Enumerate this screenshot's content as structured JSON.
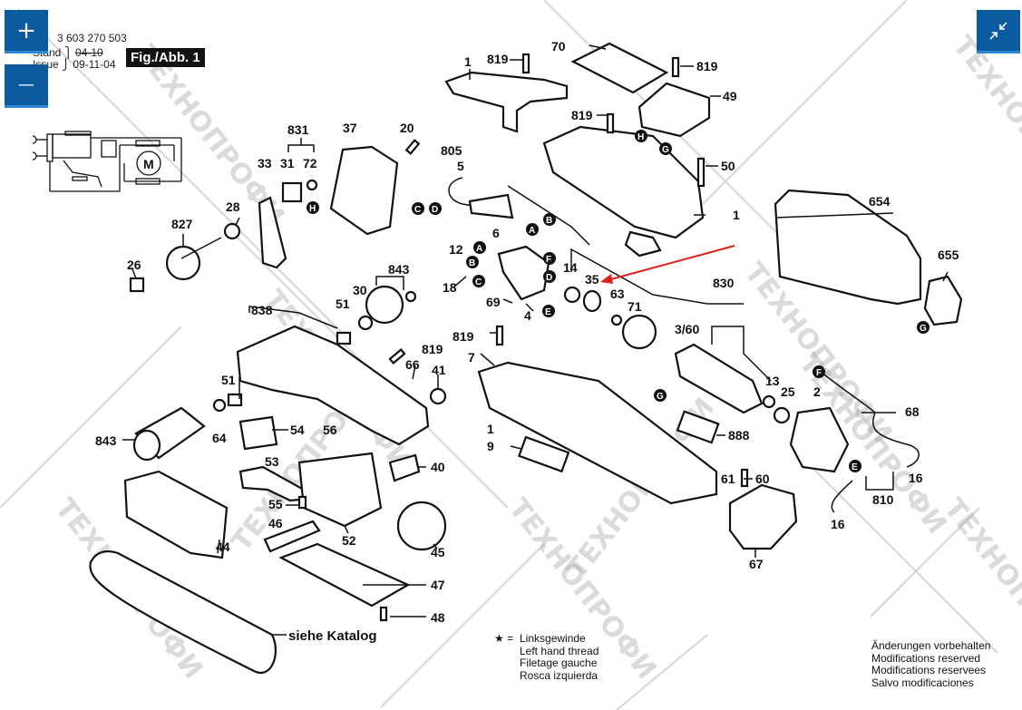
{
  "viewer": {
    "zoom_in_label": "+",
    "zoom_out_label": "—",
    "fit_label": "⤡",
    "accent_color": "#0b5aa0"
  },
  "header": {
    "doc_number": "3 603 270 503",
    "stand_label": "Stand",
    "stand_value_struck": "04-10",
    "issue_label": "Issue",
    "issue_value": "09-11-04",
    "figure_label": "Fig./Abb. 1"
  },
  "part_labels": {
    "p1_top": "1",
    "p819_a": "819",
    "p70": "70",
    "p819_b": "819",
    "p49": "49",
    "p819_c": "819",
    "p805": "805",
    "p5": "5",
    "p6": "6",
    "p50": "50",
    "p1_right": "1",
    "p12": "12",
    "p831": "831",
    "p37": "37",
    "p20": "20",
    "p33": "33",
    "p31": "31",
    "p72": "72",
    "p28": "28",
    "p827": "827",
    "p26": "26",
    "p843_top": "843",
    "p18": "18",
    "p30": "30",
    "p51_a": "51",
    "p838": "838",
    "p69": "69",
    "p4": "4",
    "p14": "14",
    "p35": "35",
    "p63": "63",
    "p71": "71",
    "p830": "830",
    "p3_60": "3/60",
    "p654": "654",
    "p655": "655",
    "p819_d": "819",
    "p7": "7",
    "p819_e": "819",
    "p66": "66",
    "p41": "41",
    "p51_b": "51",
    "p13": "13",
    "p25": "25",
    "p2": "2",
    "p68": "68",
    "p843_left": "843",
    "p64": "64",
    "p54": "54",
    "p56": "56",
    "p1_bottom": "1",
    "p9": "9",
    "p888": "888",
    "p53": "53",
    "p40": "40",
    "p61": "61",
    "p60": "60",
    "p810": "810",
    "p16_a": "16",
    "p16_b": "16",
    "p55": "55",
    "p46": "46",
    "p52": "52",
    "p45": "45",
    "p44": "44",
    "p67": "67",
    "p47": "47",
    "p48": "48"
  },
  "connectors": [
    "A",
    "B",
    "C",
    "D",
    "E",
    "F",
    "G",
    "H"
  ],
  "belt_label": "siehe Katalog",
  "legend": {
    "symbol": "★ =",
    "lines": [
      "Linksgewinde",
      "Left hand thread",
      "Filetage gauche",
      "Rosca izquierda"
    ]
  },
  "notice": {
    "lines": [
      "Änderungen vorbehalten",
      "Modifications reserved",
      "Modifications reservees",
      "Salvo modificaciones"
    ]
  },
  "watermark": "ТЕХНОПРОФИ",
  "highlight_arrow_color": "#e0201c"
}
